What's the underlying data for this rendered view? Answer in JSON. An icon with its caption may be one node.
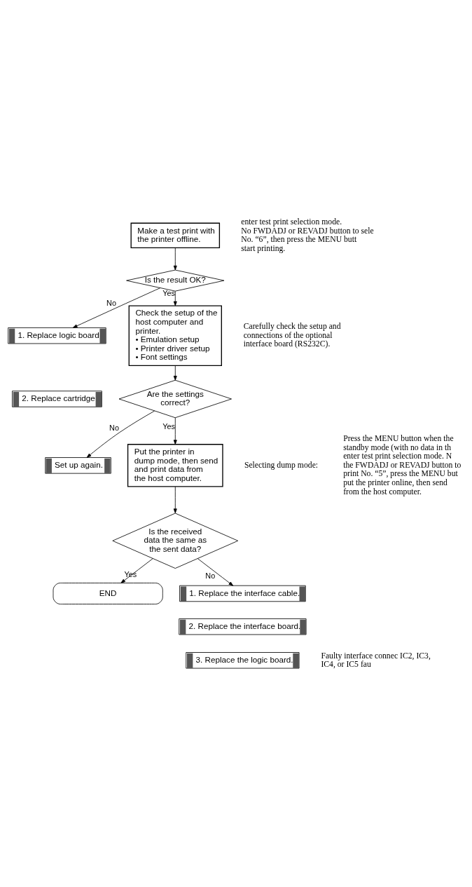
{
  "diagram": {
    "nodes": [
      {
        "text": [
          "Make a test print with the printer offline."
        ],
        "beside": [
          "enter test print selection mode. No FWDADJ or REVADJ button to sele No. “6”, then press the MENU butt start printing."
        ]
      },
      {
        "text": [
          "Is the result OK?"
        ]
      },
      {
        "text": [
          "1. Replace logic board"
        ]
      },
      {
        "text": [
          "2. Replace cartridge"
        ]
      },
      {
        "text": [
          "Check the setup of the host computer and printer.",
          "• Emulation setup",
          "• Printer driver setup",
          "• Font settings"
        ],
        "beside": [
          "Carefully check the setup and connections of the optional interface board (RS232C)."
        ]
      },
      {
        "text": [
          "Are the settings correct?"
        ]
      },
      {
        "text": [
          "Set up again."
        ]
      },
      {
        "text": [
          "Put the printer in dump mode, then send and print data from the host computer."
        ],
        "beside": [
          "Selecting dump mode:",
          "Press the MENU button when the standby mode (with no data in th enter test print selection mode. N the FWDADJ or REVADJ button to print No. “5”, press the MENU but put the printer online, then send from the host computer."
        ]
      },
      {
        "text": [
          "Is the received data the same as the sent data?"
        ]
      },
      {
        "text": [
          "END"
        ]
      },
      {
        "text": [
          "1. Replace the interface cable."
        ]
      },
      {
        "text": [
          "2. Replace the interface board."
        ]
      },
      {
        "text": [
          "3. Replace the logic board."
        ],
        "beside": [
          "Faulty interface connec IC2, IC3, IC4, or IC5 fau"
        ]
      }
    ],
    "edges": [
      {
        "from": 0,
        "to": 1,
        "arrow": "to"
      },
      {
        "from": 1,
        "to": 2,
        "arrow": "to",
        "label": "No"
      },
      {
        "from": 1,
        "to": 4,
        "arrow": "to",
        "label": "Yes"
      },
      {
        "from": 4,
        "to": 5,
        "arrow": "to"
      },
      {
        "from": 5,
        "to": 6,
        "arrow": "to",
        "label": "No"
      },
      {
        "from": 5,
        "to": 7,
        "arrow": "to",
        "label": "Yes"
      },
      {
        "from": 7,
        "to": 8,
        "arrow": "to"
      },
      {
        "from": 8,
        "to": 9,
        "arrow": "to",
        "label": "Yes"
      },
      {
        "from": 8,
        "to": 10,
        "arrow": "to",
        "label": "No"
      }
    ]
  }
}
